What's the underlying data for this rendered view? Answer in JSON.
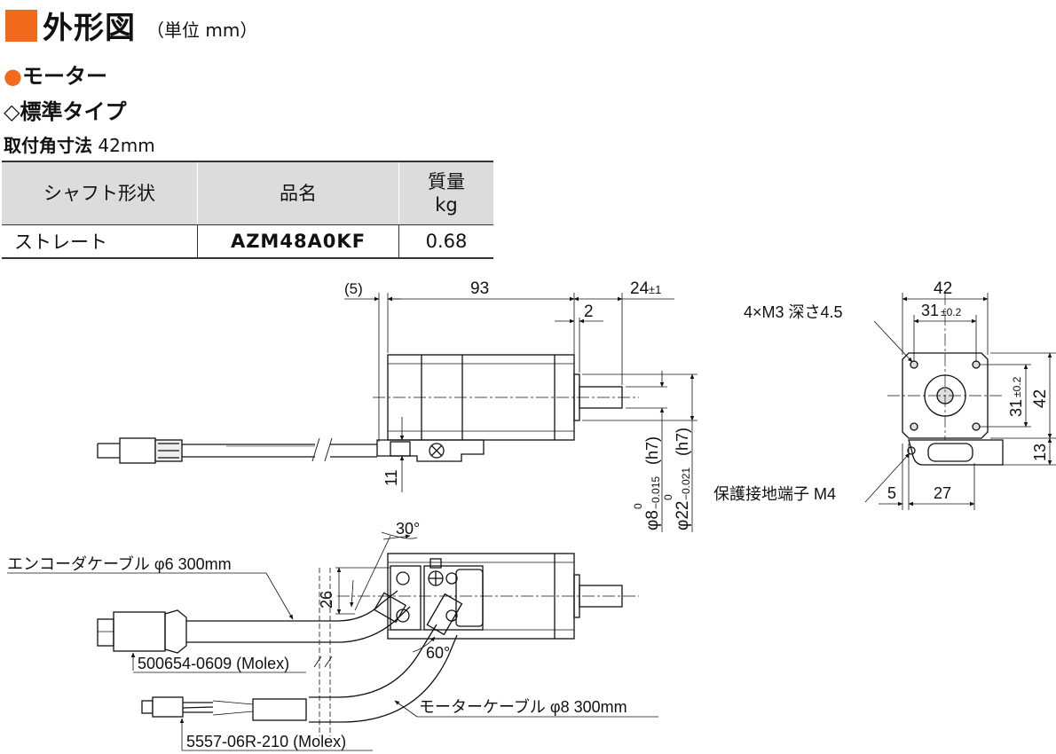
{
  "header": {
    "title": "外形図",
    "unit": "（単位 mm）"
  },
  "section_motor": "モーター",
  "section_type": "標準タイプ",
  "mount": {
    "label": "取付角寸法",
    "value": "42mm"
  },
  "spec_table": {
    "headers": [
      "シャフト形状",
      "品名",
      "質量",
      "kg"
    ],
    "row": [
      "ストレート",
      "AZM48A0KF",
      "0.68"
    ]
  },
  "dims": {
    "d5": "(5)",
    "d93": "93",
    "d24": "24",
    "d24_tol": "±1",
    "d2": "2",
    "d11": "11",
    "shaft8": "φ8",
    "shaft8_tol_upper": "0",
    "shaft8_tol_lower": "−0.015",
    "shaft8_fit": "(h7)",
    "pilot22": "φ22",
    "pilot22_tol_upper": "0",
    "pilot22_tol_lower": "−0.021",
    "pilot22_fit": "(h7)",
    "f42": "42",
    "f31": "31",
    "f31_tol": "±0.2",
    "v31": "31",
    "v31_tol": "±0.2",
    "v42": "42",
    "v13": "13",
    "holes": "4×M3 深さ4.5",
    "ground": "保護接地端子 M4",
    "d5b": "5",
    "d27": "27",
    "a30": "30°",
    "a60": "60°",
    "d26": "26"
  },
  "labels": {
    "encoder_cable": "エンコーダケーブル φ6  300mm",
    "encoder_connector": "500654-0609 (Molex)",
    "motor_cable": "モーターケーブル φ8  300mm",
    "motor_connector": "5557-06R-210 (Molex)"
  },
  "colors": {
    "accent": "#f26b1d",
    "table_header": "#dcdcdc"
  }
}
